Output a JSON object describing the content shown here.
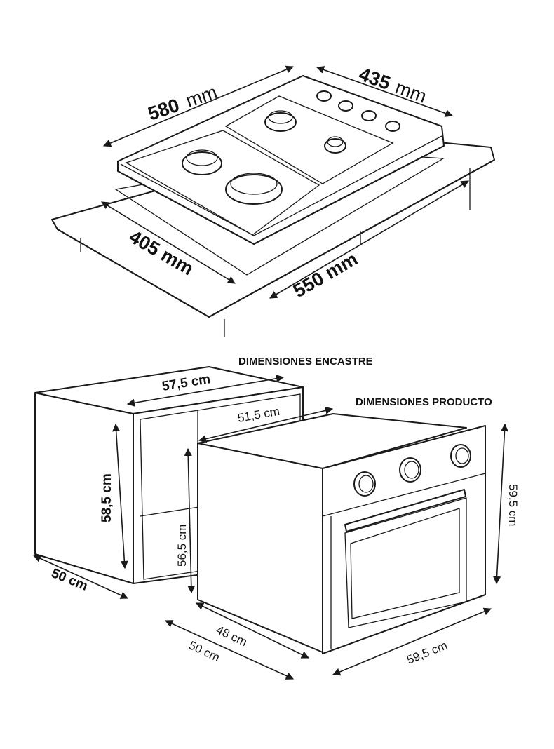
{
  "hob": {
    "width_value": "580",
    "width_unit": "mm",
    "depth_value": "435",
    "depth_unit": "mm",
    "cutout_width": "550 mm",
    "cutout_depth": "405 mm"
  },
  "titles": {
    "encastre": "DIMENSIONES ENCASTRE",
    "producto": "DIMENSIONES PRODUCTO"
  },
  "encastre": {
    "width": "57,5 cm",
    "height": "58,5 cm",
    "depth": "50 cm"
  },
  "producto": {
    "width_inner": "51,5 cm",
    "height_inner": "56,5 cm",
    "height": "59,5 cm",
    "depth_body": "48 cm",
    "depth_total": "50 cm",
    "width": "59,5 cm"
  },
  "colors": {
    "line": "#1a1a1a",
    "background": "#ffffff"
  }
}
